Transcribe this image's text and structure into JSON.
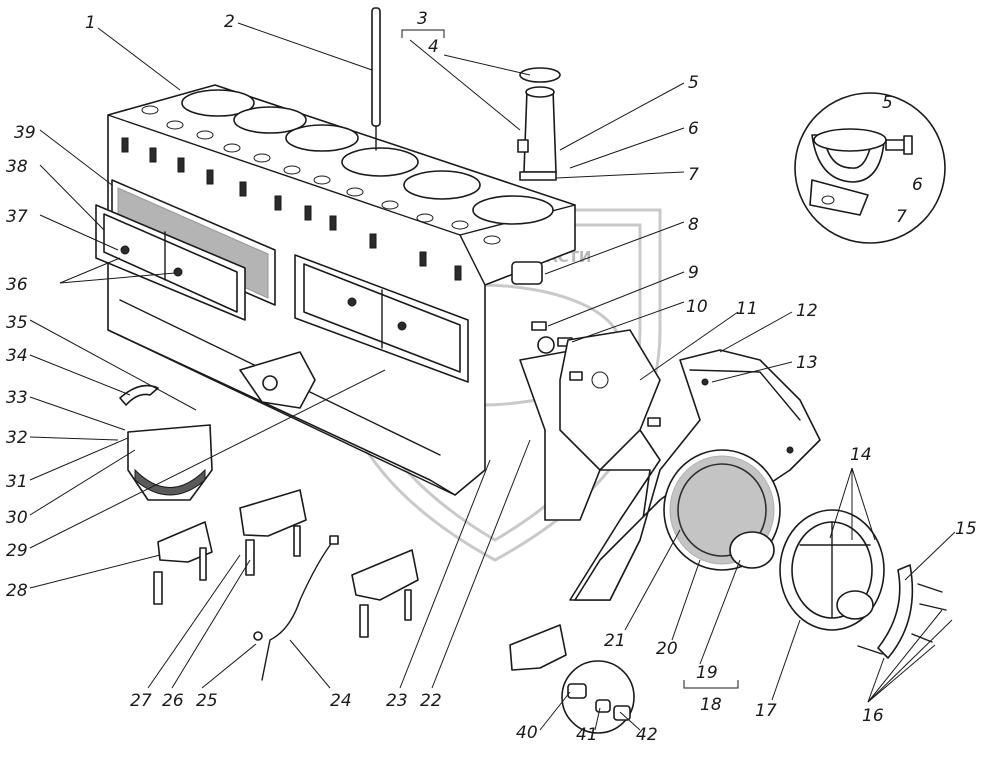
{
  "watermark": {
    "text": "ТЕХНИКА ✿ ЗАПЧАСТИ"
  },
  "labels": {
    "l1": "1",
    "l2": "2",
    "l3": "3",
    "l4": "4",
    "l5": "5",
    "l6": "6",
    "l7": "7",
    "l8": "8",
    "l9": "9",
    "l10": "10",
    "l11": "11",
    "l12": "12",
    "l13": "13",
    "l14": "14",
    "l15": "15",
    "l16": "16",
    "l17": "17",
    "l18": "18",
    "l19": "19",
    "l20": "20",
    "l21": "21",
    "l22": "22",
    "l23": "23",
    "l24": "24",
    "l25": "25",
    "l26": "26",
    "l27": "27",
    "l28": "28",
    "l29": "29",
    "l30": "30",
    "l31": "31",
    "l32": "32",
    "l33": "33",
    "l34": "34",
    "l35": "35",
    "l36": "36",
    "l37": "37",
    "l38": "38",
    "l39": "39",
    "l40": "40",
    "l41": "41",
    "l42": "42",
    "i5": "5",
    "i6": "6",
    "i7": "7"
  }
}
